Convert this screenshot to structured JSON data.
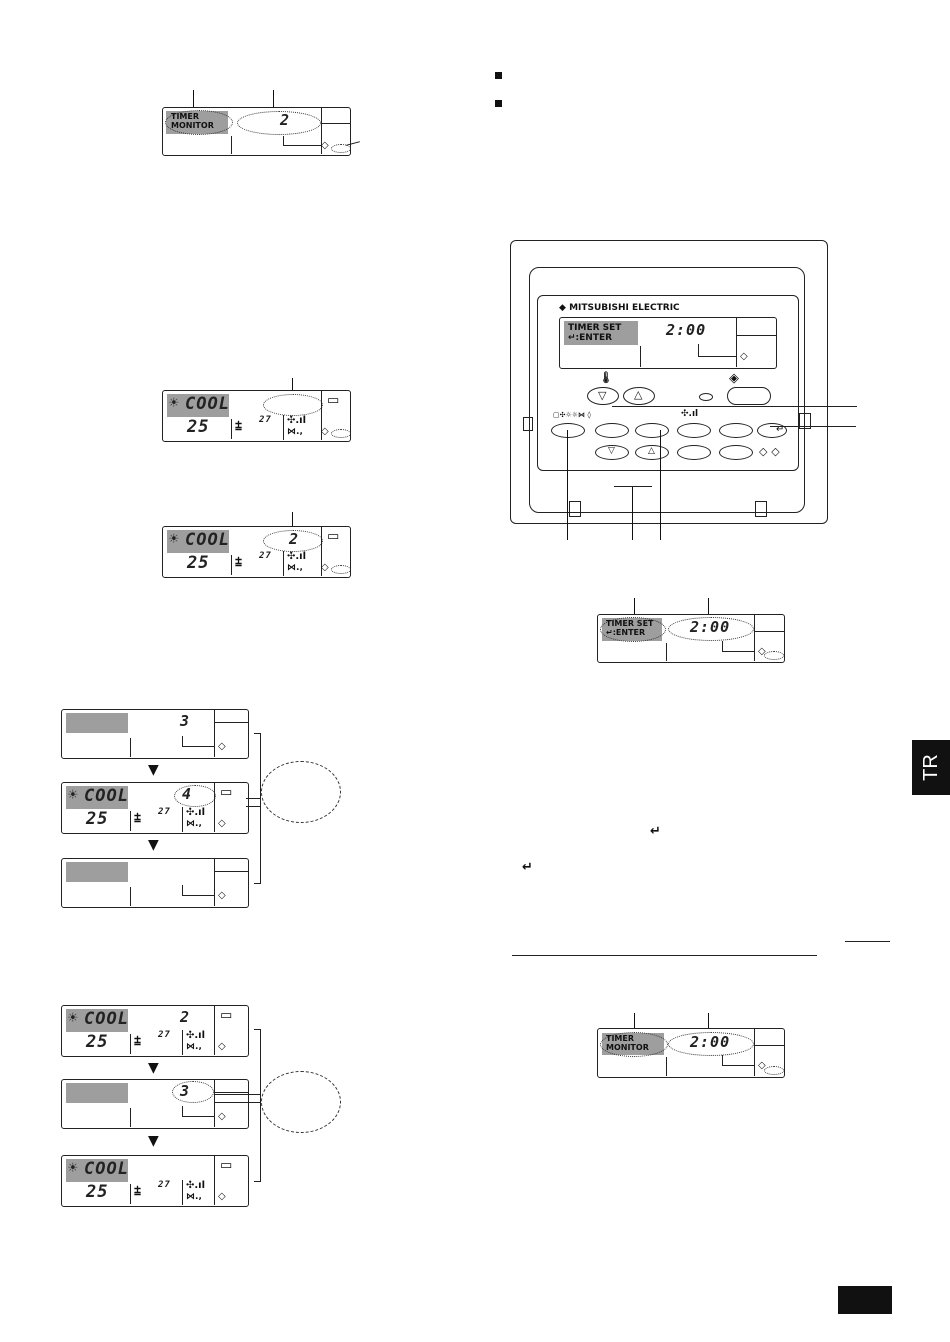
{
  "lcd": {
    "timer_monitor": "TIMER\nMONITOR",
    "timer_set": "TIMER SET\n↵:ENTER",
    "mode_cool": "COOL",
    "temp_25": "25",
    "room_27": "27",
    "num_2": "2",
    "num_3": "3",
    "num_4": "4",
    "time_200": "2:00",
    "sun_icon": "☀"
  },
  "remote": {
    "brand": "MITSUBISHI ELECTRIC",
    "enter_glyph": "↵"
  },
  "text": {
    "side_tab": "TR"
  },
  "icons": [
    "bullet-square",
    "down-arrow",
    "enter-arrow",
    "fan-icon",
    "thermometer-icon",
    "power-icon"
  ]
}
